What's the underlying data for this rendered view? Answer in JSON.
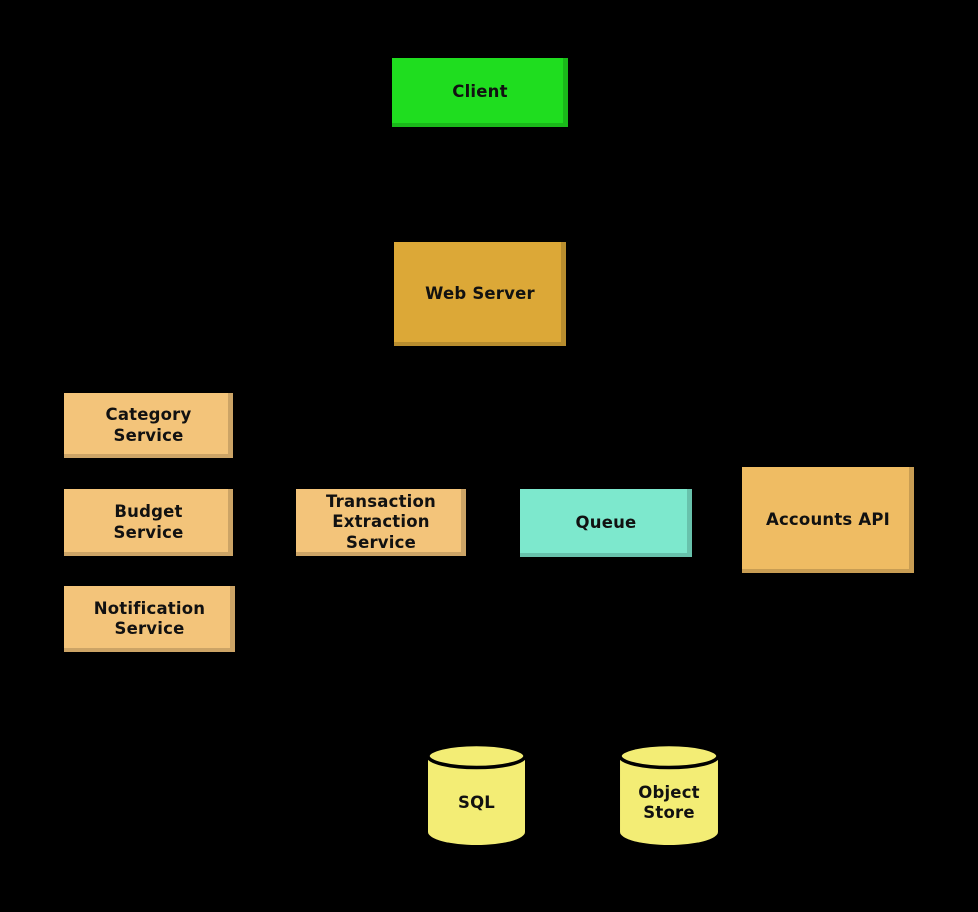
{
  "diagram": {
    "type": "architecture-diagram",
    "background": "#000000",
    "text_color": "#111111"
  },
  "nodes": {
    "client": {
      "label": "Client",
      "shape": "box",
      "color": "#1FDD1F"
    },
    "web_server": {
      "label": "Web Server",
      "shape": "box",
      "color": "#DCA837"
    },
    "category_service": {
      "label": "Category\nService",
      "shape": "box",
      "color": "#F3C47A"
    },
    "budget_service": {
      "label": "Budget\nService",
      "shape": "box",
      "color": "#F3C47A"
    },
    "notification_service": {
      "label": "Notification\nService",
      "shape": "box",
      "color": "#F3C47A"
    },
    "transaction_extraction_service": {
      "label": "Transaction\nExtraction\nService",
      "shape": "box",
      "color": "#F3C47A"
    },
    "queue": {
      "label": "Queue",
      "shape": "box",
      "color": "#7DE8CD"
    },
    "accounts_api": {
      "label": "Accounts API",
      "shape": "box",
      "color": "#EFBC63"
    },
    "sql": {
      "label": "SQL",
      "shape": "cylinder",
      "color": "#F3ED75"
    },
    "object_store": {
      "label": "Object\nStore",
      "shape": "cylinder",
      "color": "#F3ED75"
    }
  }
}
